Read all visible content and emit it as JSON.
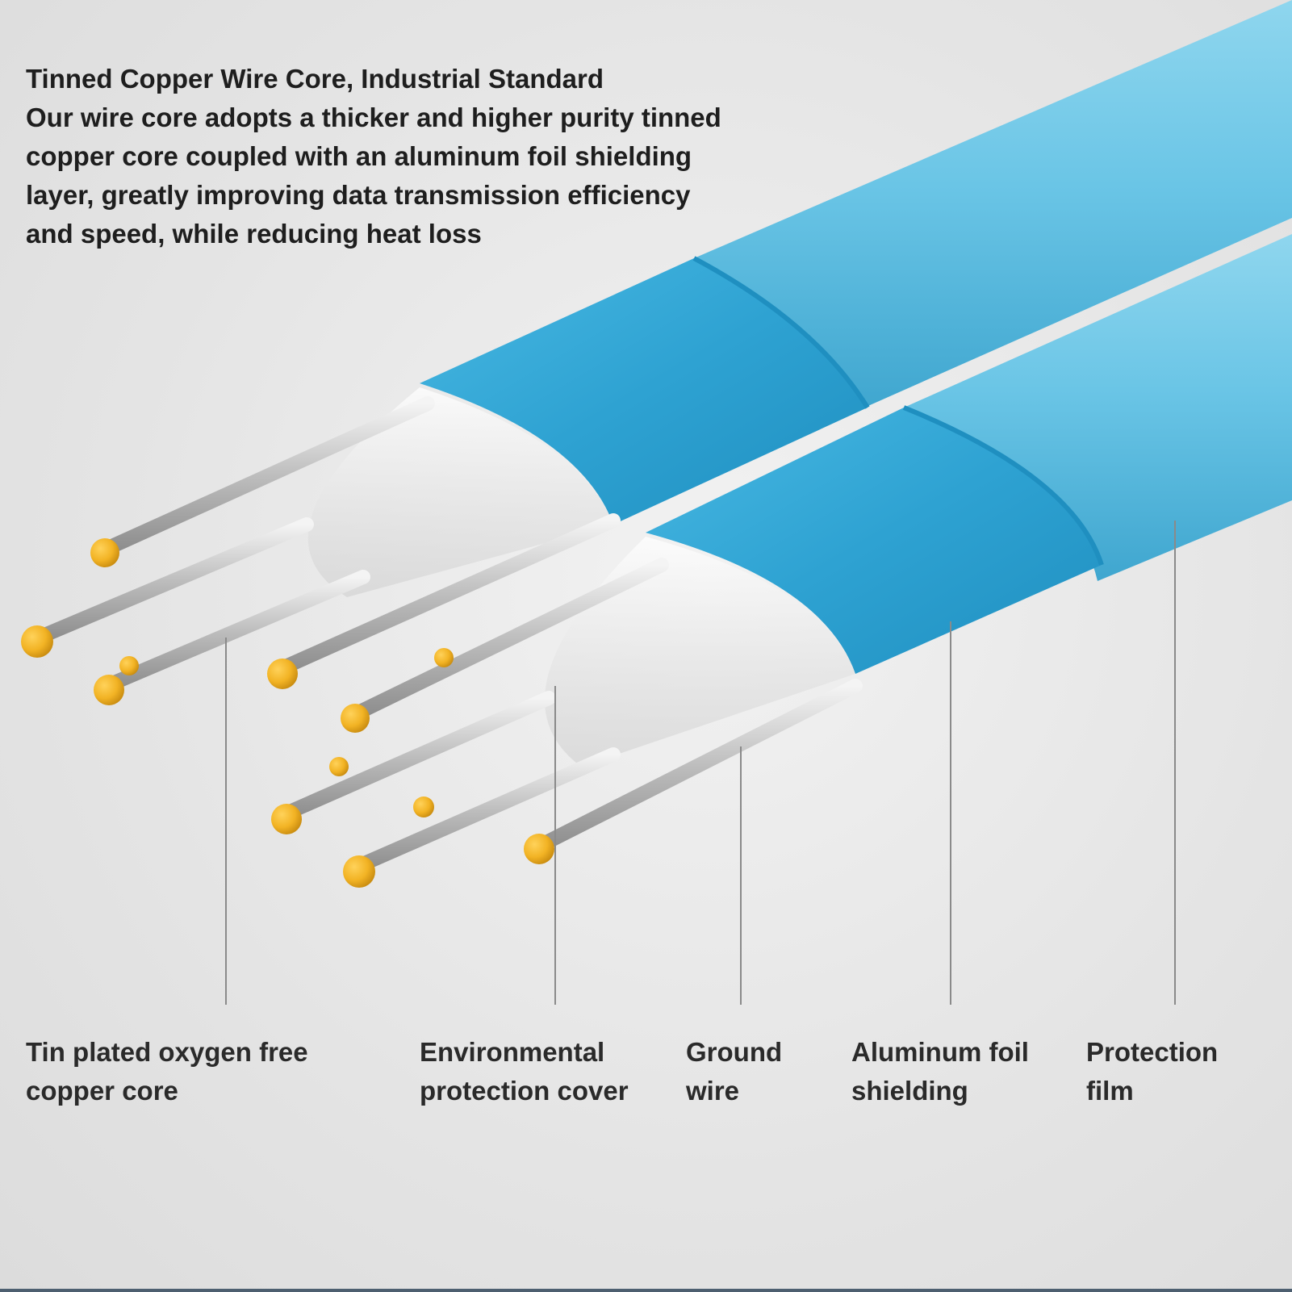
{
  "headline": {
    "lines": [
      "Tinned Copper Wire Core, Industrial Standard",
      "Our wire core adopts a thicker and higher purity tinned",
      "copper core coupled with an aluminum foil shielding",
      "layer, greatly improving data transmission efficiency",
      "and speed, while reducing heat loss"
    ]
  },
  "labels": [
    {
      "line1": "Tin plated oxygen free",
      "line2": "copper core"
    },
    {
      "line1": "Environmental",
      "line2": "protection cover"
    },
    {
      "line1": "Ground",
      "line2": "wire"
    },
    {
      "line1": "Aluminum foil",
      "line2": "shielding"
    },
    {
      "line1": "Protection",
      "line2": "film"
    }
  ],
  "colors": {
    "cable_blue": "#5cc0e2",
    "foil_blue": "#2aa3d3",
    "copper_tip": "#f2b324",
    "wire_silver": "#c9c9c9",
    "text": "#1e1e1e"
  }
}
